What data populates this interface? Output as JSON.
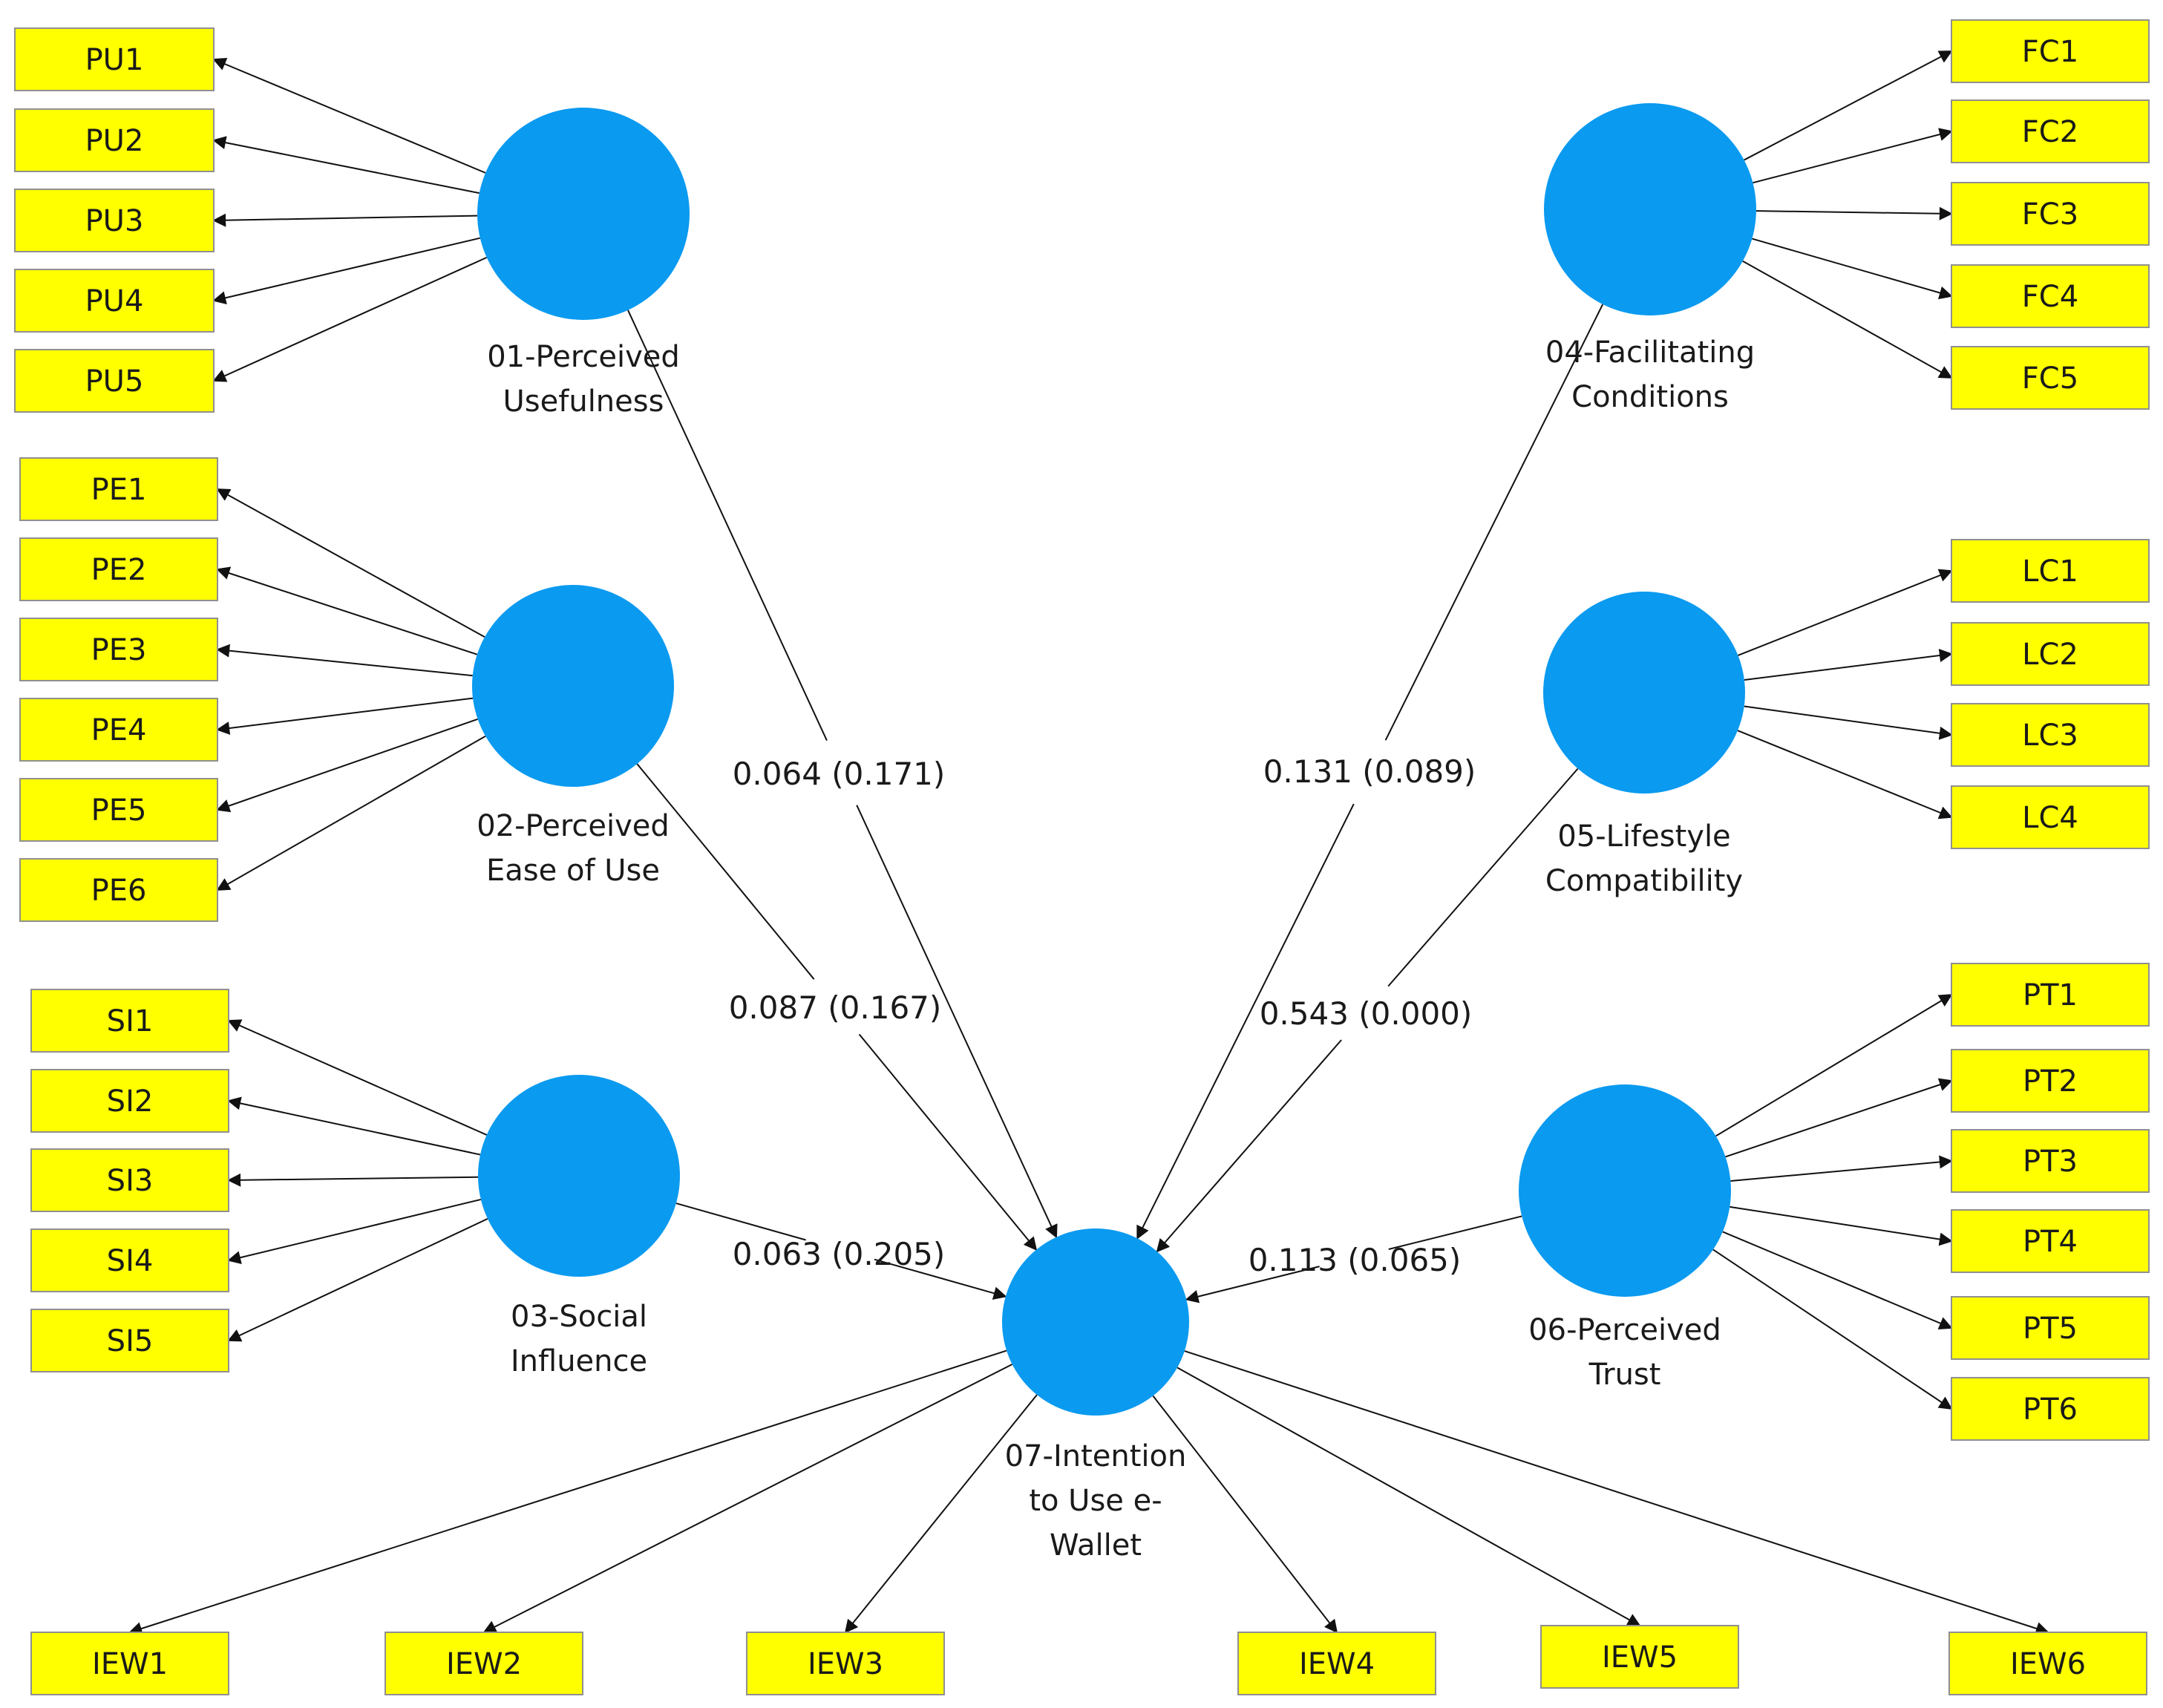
{
  "diagram": {
    "colors": {
      "latent_fill": "#0a9af0",
      "indicator_fill": "#ffff00",
      "indicator_stroke": "#909090",
      "line": "#111111",
      "background": "#ffffff"
    },
    "latents": [
      {
        "id": "pu",
        "label_lines": [
          "01-Perceived",
          "Usefulness"
        ]
      },
      {
        "id": "pe",
        "label_lines": [
          "02-Perceived",
          "Ease of Use"
        ]
      },
      {
        "id": "si",
        "label_lines": [
          "03-Social",
          "Influence"
        ]
      },
      {
        "id": "fc",
        "label_lines": [
          "04-Facilitating",
          "Conditions"
        ]
      },
      {
        "id": "lc",
        "label_lines": [
          "05-Lifestyle",
          "Compatibility"
        ]
      },
      {
        "id": "pt",
        "label_lines": [
          "06-Perceived",
          "Trust"
        ]
      },
      {
        "id": "iew",
        "label_lines": [
          "07-Intention",
          "to Use e-",
          "Wallet"
        ]
      }
    ],
    "indicators": {
      "pu": [
        "PU1",
        "PU2",
        "PU3",
        "PU4",
        "PU5"
      ],
      "pe": [
        "PE1",
        "PE2",
        "PE3",
        "PE4",
        "PE5",
        "PE6"
      ],
      "si": [
        "SI1",
        "SI2",
        "SI3",
        "SI4",
        "SI5"
      ],
      "fc": [
        "FC1",
        "FC2",
        "FC3",
        "FC4",
        "FC5"
      ],
      "lc": [
        "LC1",
        "LC2",
        "LC3",
        "LC4"
      ],
      "pt": [
        "PT1",
        "PT2",
        "PT3",
        "PT4",
        "PT5",
        "PT6"
      ],
      "iew": [
        "IEW1",
        "IEW2",
        "IEW3",
        "IEW4",
        "IEW5",
        "IEW6"
      ]
    },
    "paths": [
      {
        "from": "pu",
        "to": "iew",
        "label": "0.064 (0.171)"
      },
      {
        "from": "pe",
        "to": "iew",
        "label": "0.087 (0.167)"
      },
      {
        "from": "si",
        "to": "iew",
        "label": "0.063 (0.205)"
      },
      {
        "from": "fc",
        "to": "iew",
        "label": "0.131 (0.089)"
      },
      {
        "from": "lc",
        "to": "iew",
        "label": "0.543 (0.000)"
      },
      {
        "from": "pt",
        "to": "iew",
        "label": "0.113 (0.065)"
      }
    ]
  }
}
